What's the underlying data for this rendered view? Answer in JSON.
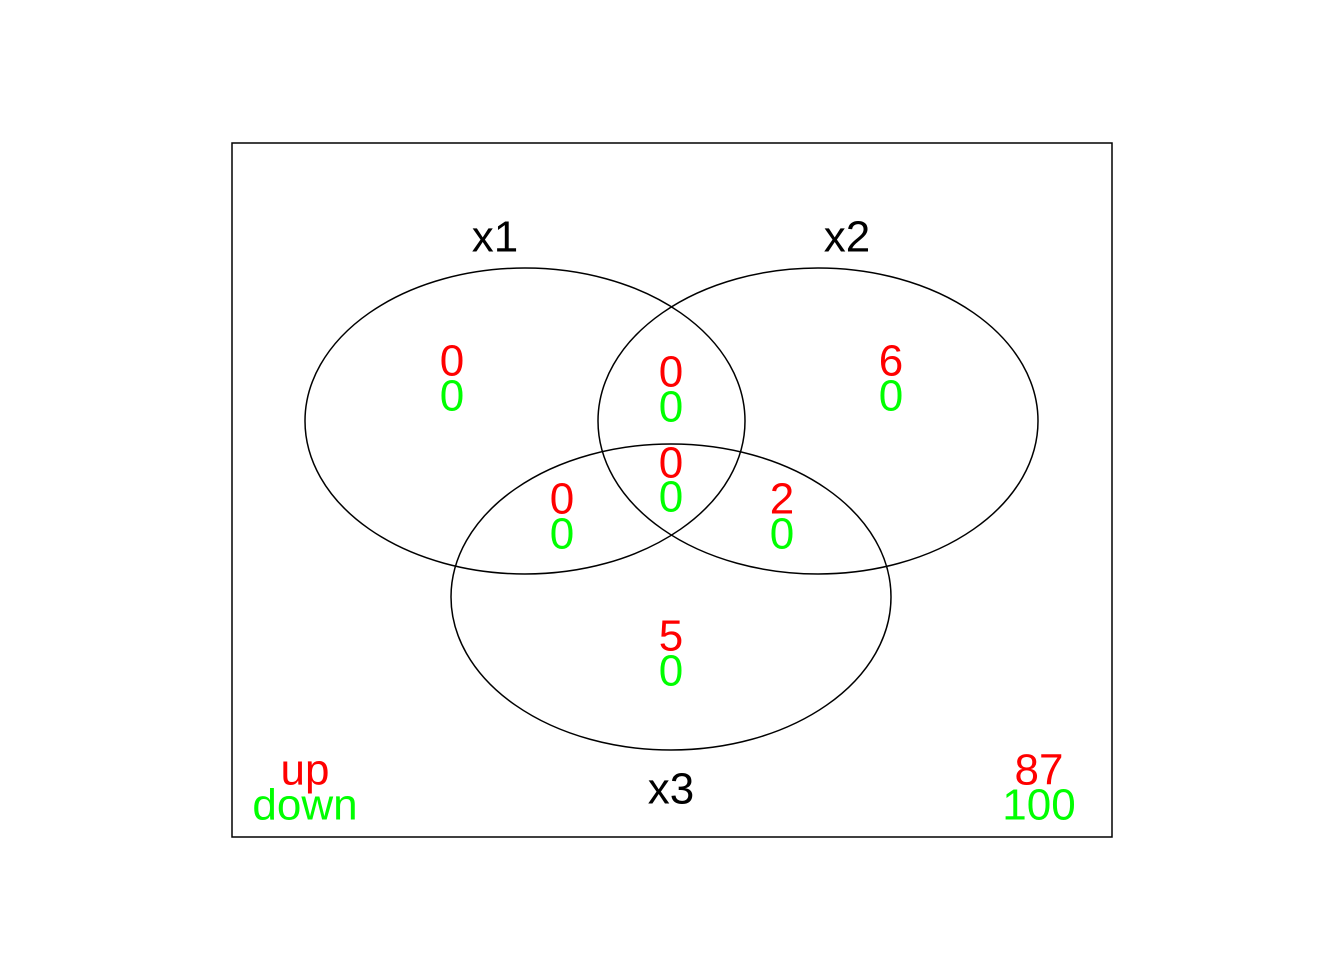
{
  "sets": [
    {
      "key": "x1",
      "label": "x1"
    },
    {
      "key": "x2",
      "label": "x2"
    },
    {
      "key": "x3",
      "label": "x3"
    }
  ],
  "legend": {
    "up_label": "up",
    "down_label": "down"
  },
  "colors": {
    "up": "#ff0000",
    "down": "#00ff00",
    "outline": "#000000",
    "text": "#000000"
  },
  "regions": {
    "x1_only": {
      "up": "0",
      "down": "0"
    },
    "x2_only": {
      "up": "6",
      "down": "0"
    },
    "x3_only": {
      "up": "5",
      "down": "0"
    },
    "x1_x2": {
      "up": "0",
      "down": "0"
    },
    "x1_x3": {
      "up": "0",
      "down": "0"
    },
    "x2_x3": {
      "up": "2",
      "down": "0"
    },
    "x1_x2_x3": {
      "up": "0",
      "down": "0"
    },
    "none": {
      "up": "87",
      "down": "100"
    }
  }
}
